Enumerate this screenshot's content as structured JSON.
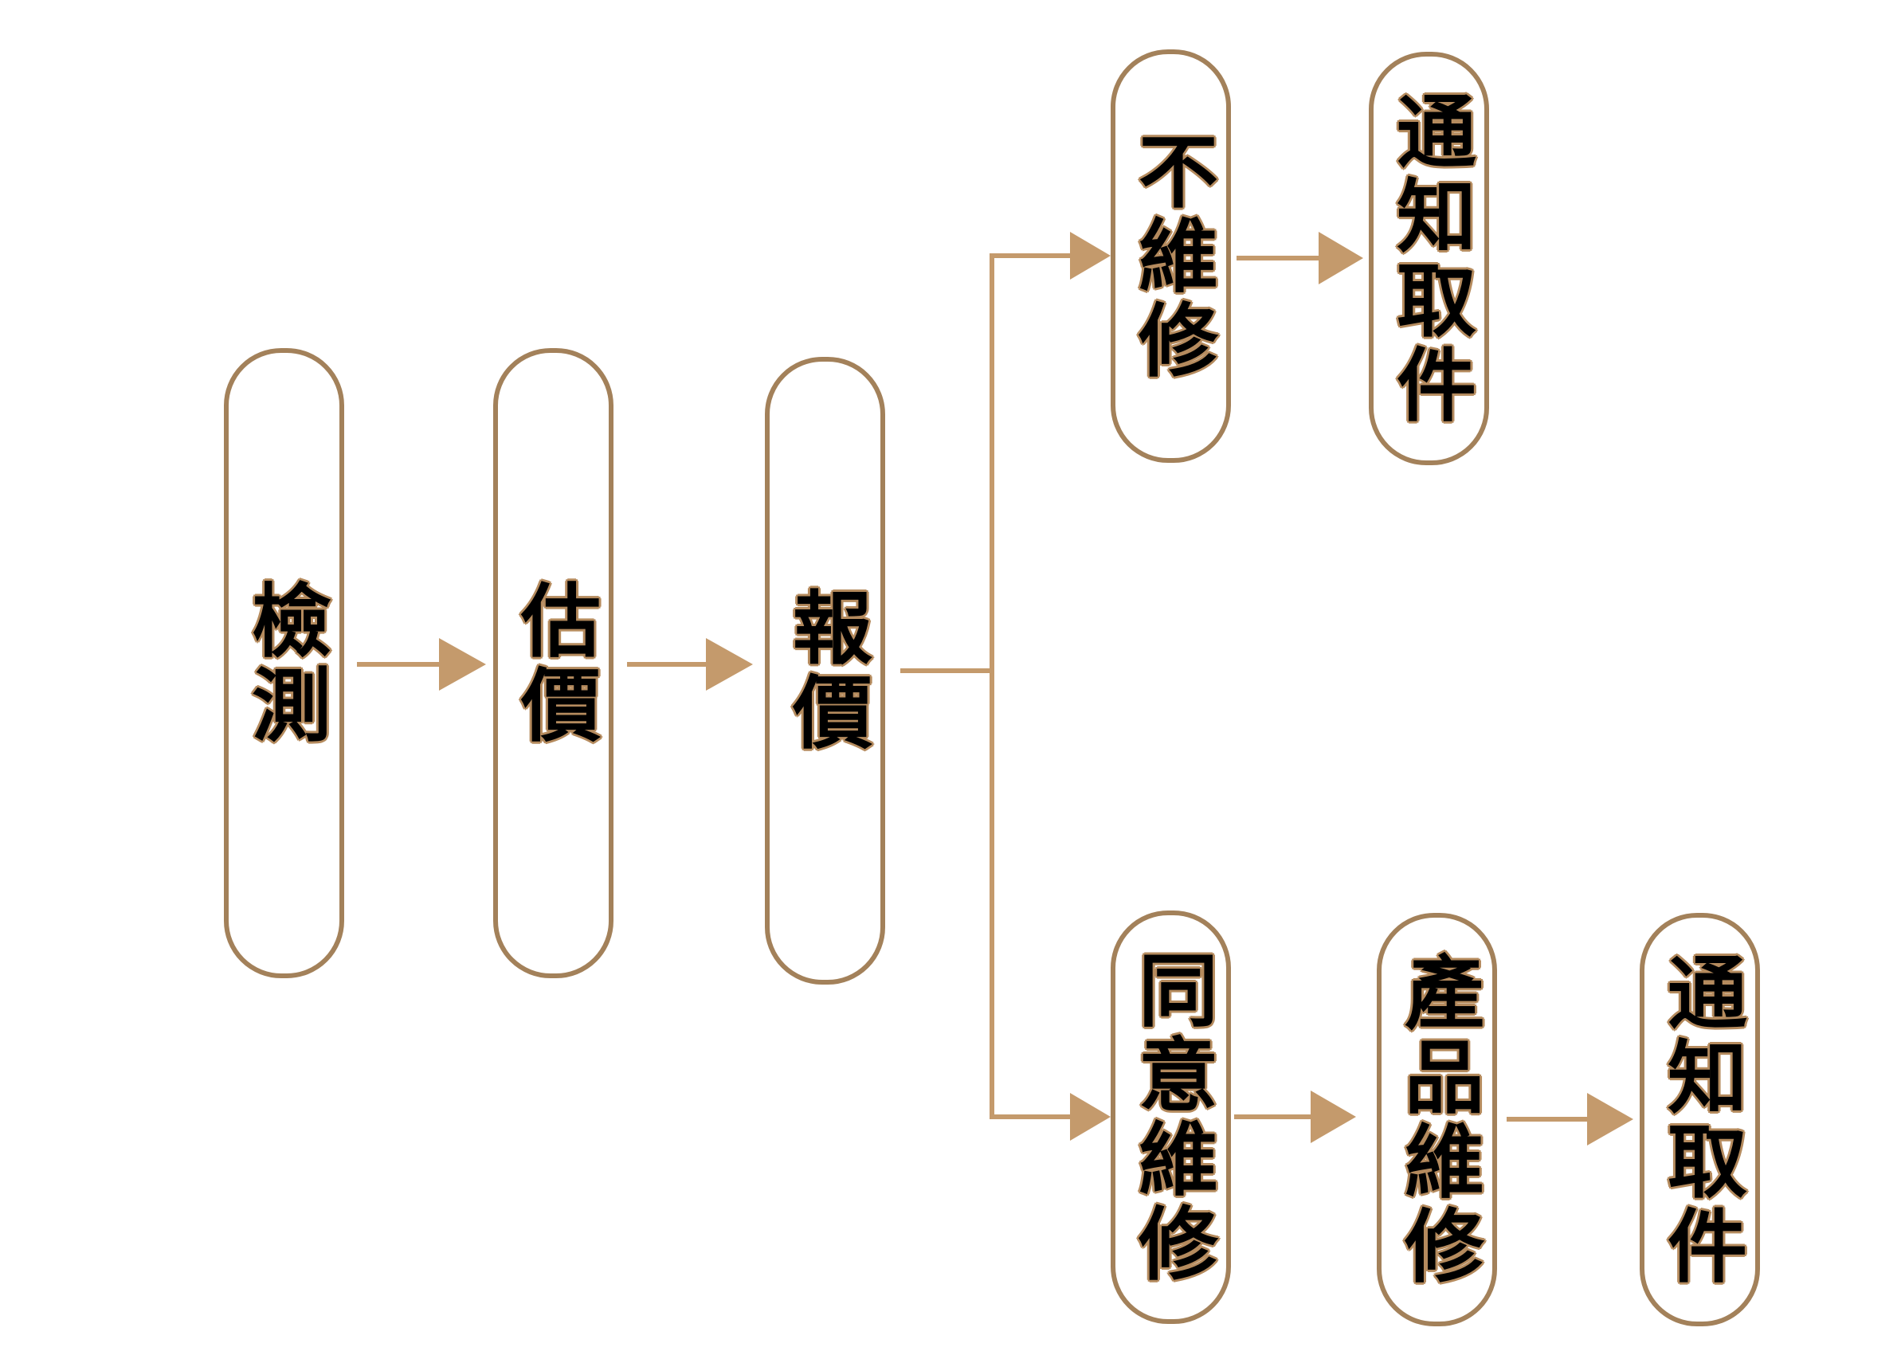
{
  "flow": {
    "steps": [
      {
        "label": "檢測"
      },
      {
        "label": "估價"
      },
      {
        "label": "報價"
      }
    ],
    "branch_no": [
      {
        "label": "不維修"
      },
      {
        "label": "通知取件"
      }
    ],
    "branch_yes": [
      {
        "label": "同意維修"
      },
      {
        "label": "產品維修"
      },
      {
        "label": "通知取件"
      }
    ]
  },
  "colors": {
    "border": "#a3815a",
    "arrow": "#c49a6c",
    "text": "#000000",
    "text_outline": "#b58b5e"
  }
}
